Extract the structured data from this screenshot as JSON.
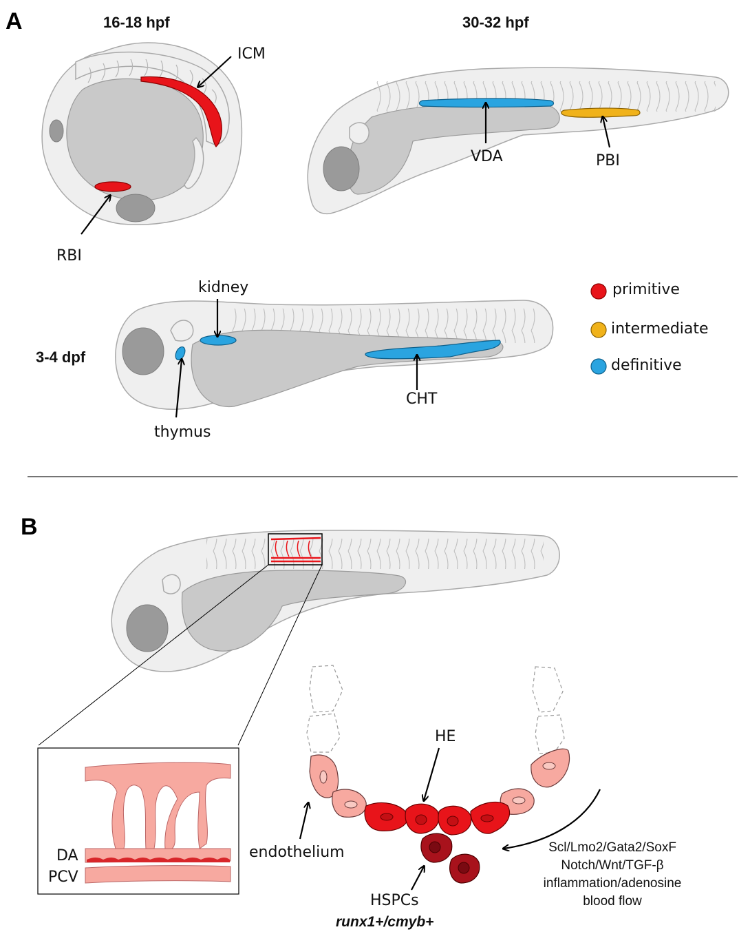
{
  "panels": {
    "a": "A",
    "b": "B"
  },
  "stages": {
    "s1": "16-18 hpf",
    "s2": "30-32 hpf",
    "s3": "3-4 dpf"
  },
  "sites": {
    "icm": "ICM",
    "rbi": "RBI",
    "vda": "VDA",
    "pbi": "PBI",
    "kidney": "kidney",
    "thymus": "thymus",
    "cht": "CHT"
  },
  "legend": {
    "primitive": "primitive",
    "intermediate": "intermediate",
    "definitive": "definitive"
  },
  "colors": {
    "primitive": "#e8141a",
    "intermediate": "#f0b21a",
    "definitive": "#2aa4e0",
    "vessel": "#f7a9a0",
    "he_cell": "#e8141a",
    "hspc_cell": "#a8121c"
  },
  "panel_b": {
    "da": "DA",
    "pcv": "PCV",
    "he": "HE",
    "endothelium": "endothelium",
    "hspcs": "HSPCs",
    "markers": "runx1+/cmyb+",
    "factors": [
      "Scl/Lmo2/Gata2/SoxF",
      "Notch/Wnt/TGF-β",
      "inflammation/adenosine",
      "blood flow"
    ]
  }
}
